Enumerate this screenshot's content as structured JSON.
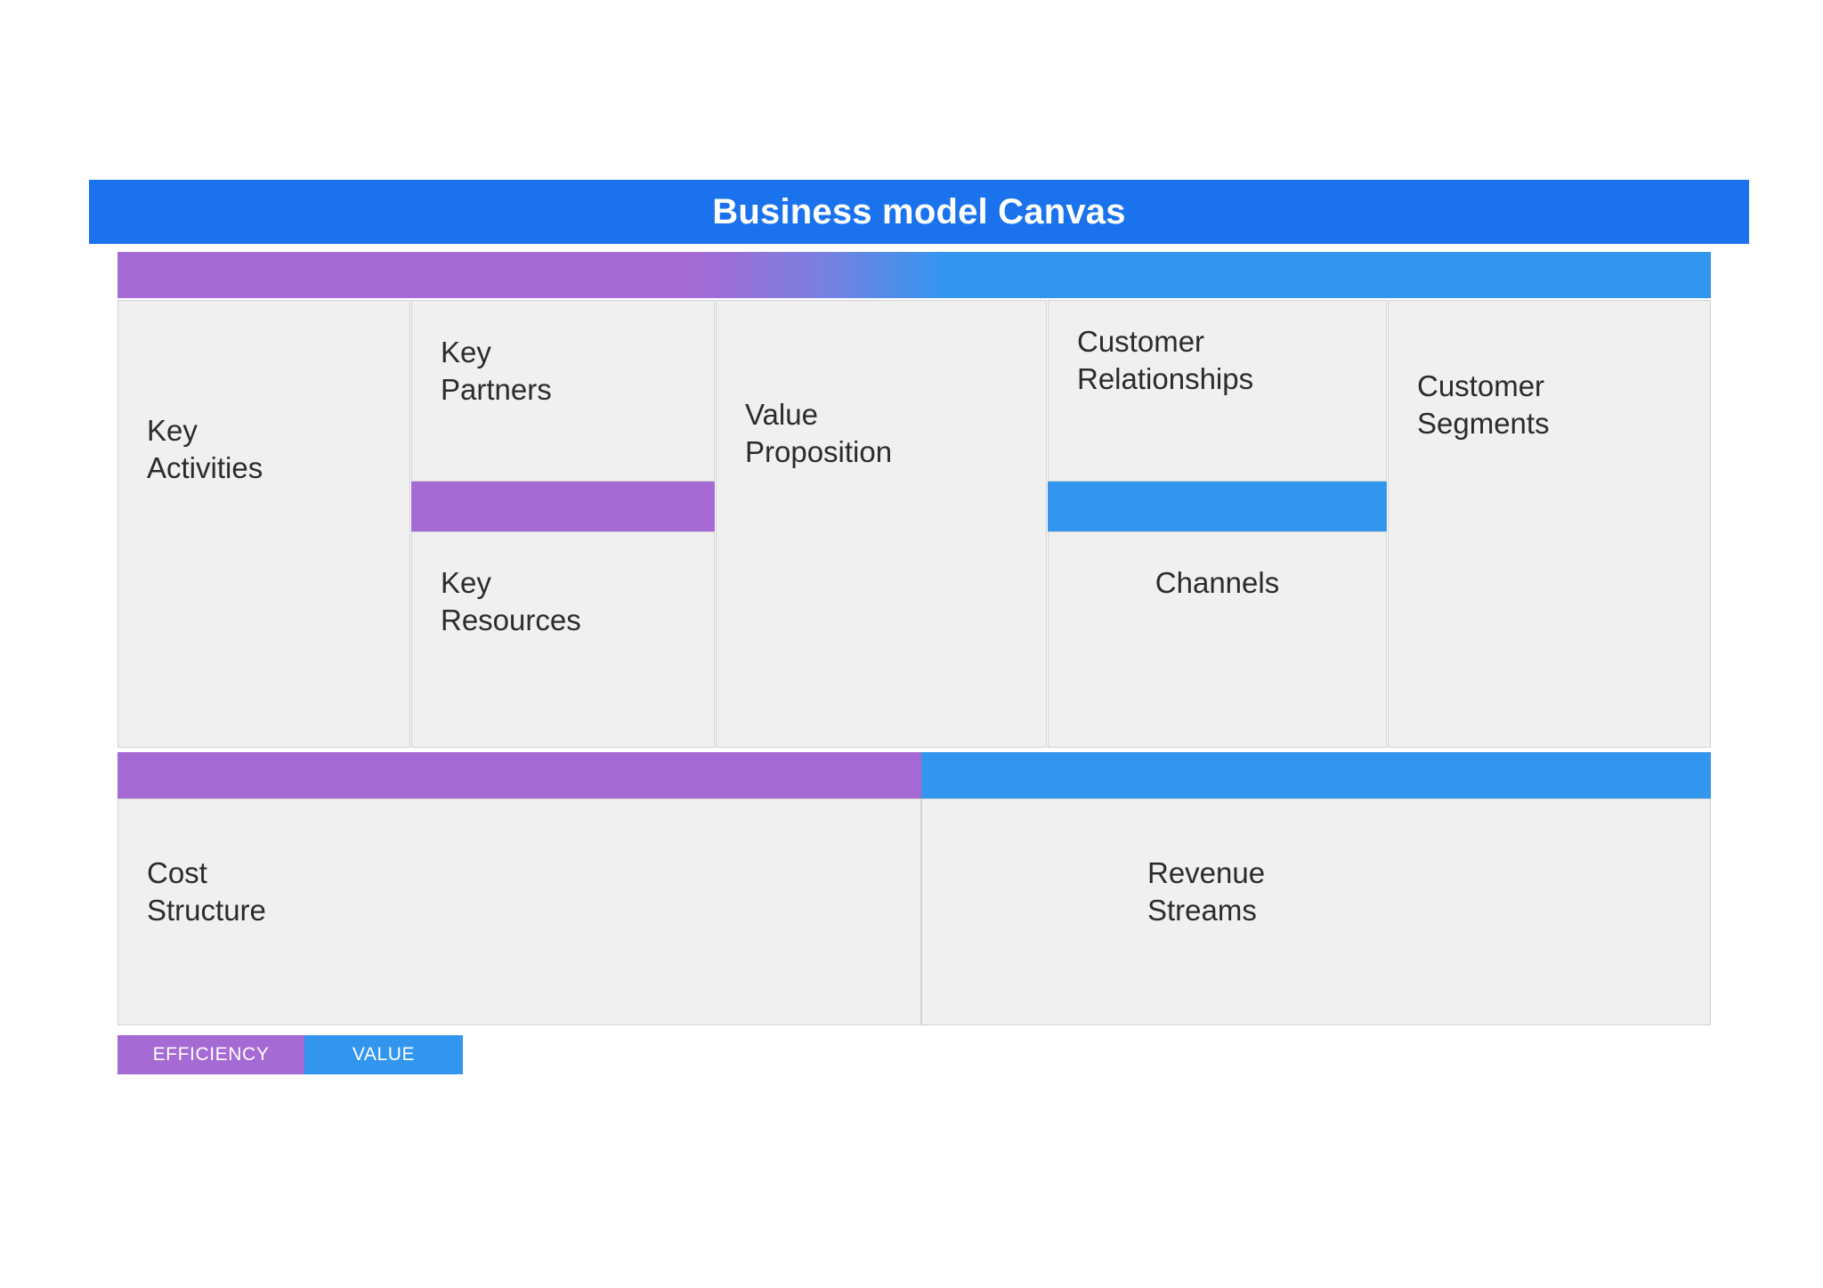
{
  "page": {
    "background": "#ffffff"
  },
  "title_bar": {
    "text": "Business model Canvas",
    "background": "#1a73ec",
    "text_color": "#ffffff"
  },
  "colors": {
    "efficiency_purple": "#a66ad4",
    "value_blue": "#3296ef",
    "title_blue": "#1a73ec",
    "cell_background": "#f0f0f0",
    "cell_border": "#d2d2d2",
    "label_text": "#2b2b2b"
  },
  "header_strip": {
    "gradient_from": "#a66ad4",
    "gradient_to": "#3296ef",
    "transition_start_pct": 36,
    "transition_end_pct": 52
  },
  "blocks": {
    "key_activities": {
      "label": "Key\nActivities",
      "side": "efficiency"
    },
    "key_partners": {
      "label": "Key\nPartners",
      "side": "efficiency"
    },
    "key_resources": {
      "label": "Key\nResources",
      "side": "efficiency"
    },
    "value_proposition": {
      "label": "Value\nProposition",
      "side": "center"
    },
    "customer_relationships": {
      "label": "Customer\nRelationships",
      "side": "value"
    },
    "channels": {
      "label": "Channels",
      "side": "value"
    },
    "customer_segments": {
      "label": "Customer\nSegments",
      "side": "value"
    },
    "cost_structure": {
      "label": "Cost\nStructure",
      "side": "efficiency"
    },
    "revenue_streams": {
      "label": "Revenue\nStreams",
      "side": "value"
    }
  },
  "separators": {
    "key_partners_resources": "#a66ad4",
    "customer_relationships_channels": "#3296ef",
    "cost_structure_bar": "#a66ad4",
    "revenue_streams_bar": "#3296ef"
  },
  "legend": {
    "items": [
      {
        "label": "EFFICIENCY",
        "color": "#a66ad4"
      },
      {
        "label": "VALUE",
        "color": "#3296ef"
      }
    ]
  }
}
